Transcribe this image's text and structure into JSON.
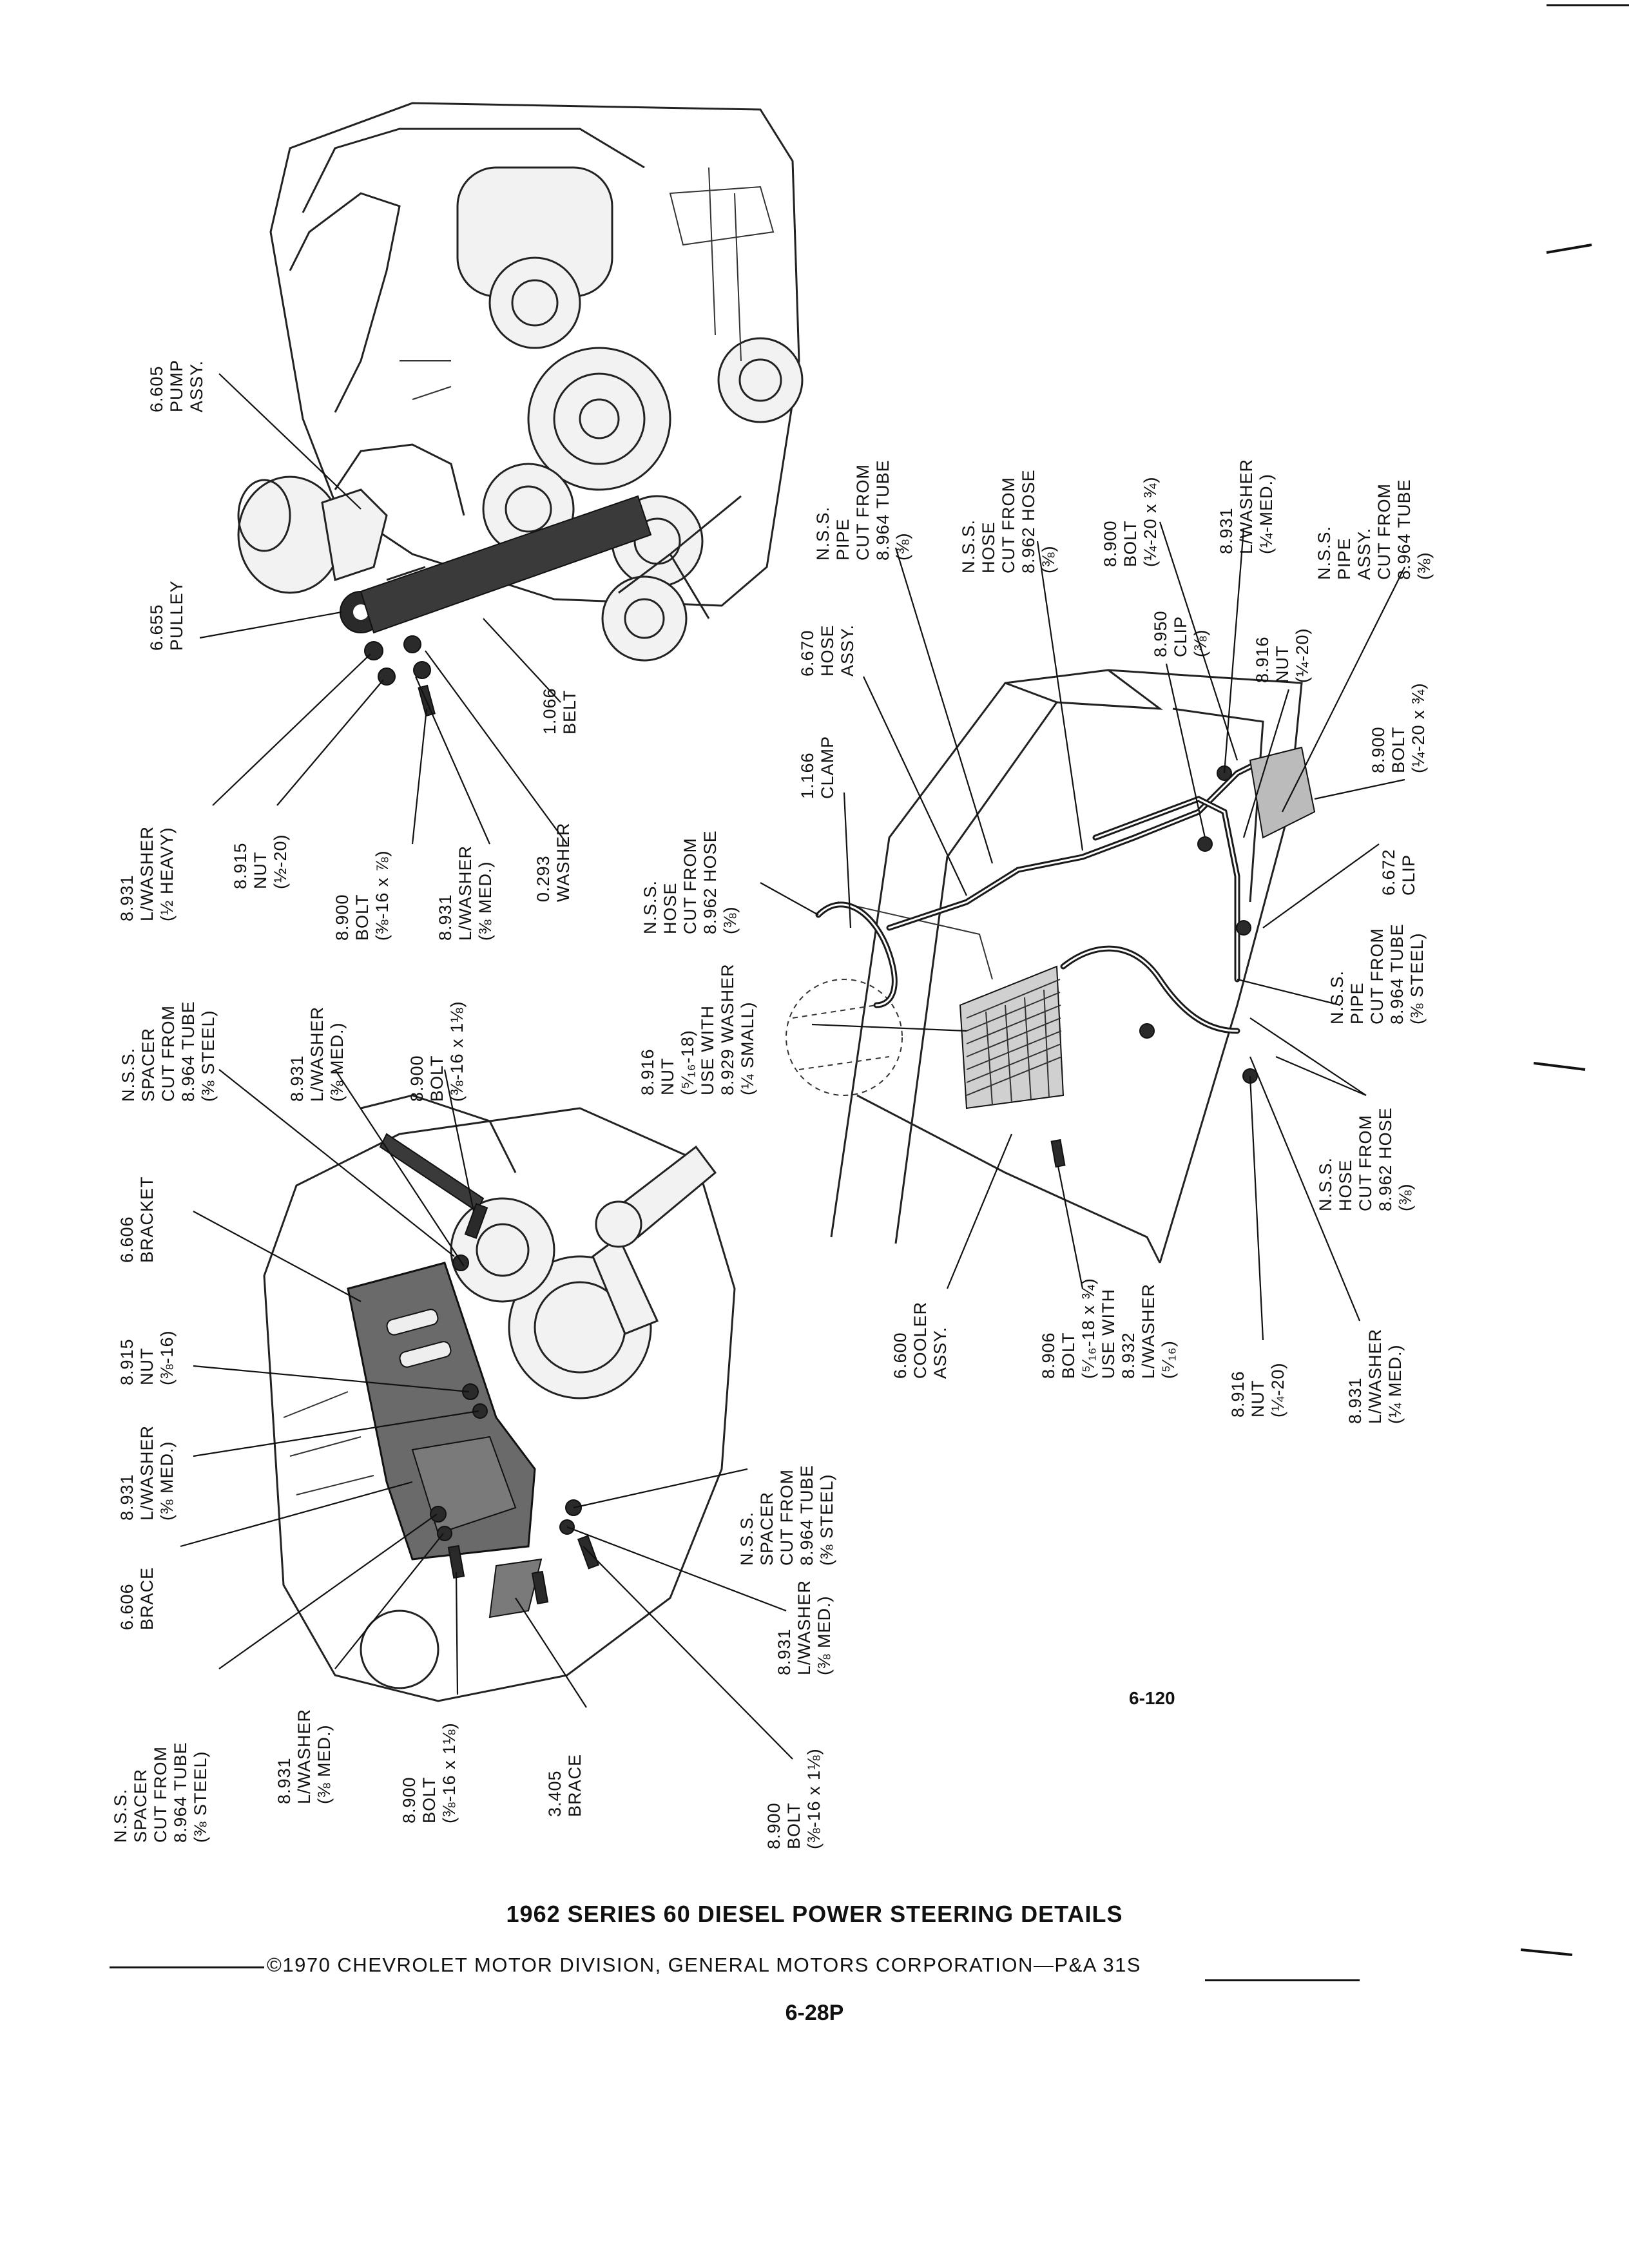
{
  "figure": {
    "title": "1962 SERIES 60 DIESEL POWER STEERING DETAILS",
    "copyright": "©1970 CHEVROLET MOTOR DIVISION, GENERAL MOTORS CORPORATION—P&A 31S",
    "page_number": "6-28P",
    "figure_number": "6-120"
  },
  "callouts": [
    {
      "id": "pump-assy",
      "lines": [
        "6.605",
        "PUMP",
        "ASSY."
      ]
    },
    {
      "id": "pulley",
      "lines": [
        "6.655",
        "PULLEY"
      ]
    },
    {
      "id": "belt",
      "lines": [
        "1.066",
        "BELT"
      ]
    },
    {
      "id": "washer-heavy",
      "lines": [
        "8.931",
        "L/WASHER",
        "(½ HEAVY)"
      ]
    },
    {
      "id": "nut-half",
      "lines": [
        "8.915",
        "NUT",
        "(½-20)"
      ]
    },
    {
      "id": "bolt-pulley",
      "lines": [
        "8.900",
        "BOLT",
        "(⅜-16 x ⅞)"
      ]
    },
    {
      "id": "washer-pulley",
      "lines": [
        "8.931",
        "L/WASHER",
        "(⅜ MED.)"
      ]
    },
    {
      "id": "washer-plain",
      "lines": [
        "0.293",
        "WASHER"
      ]
    },
    {
      "id": "spacer-top",
      "lines": [
        "N.S.S.",
        "SPACER",
        "CUT FROM",
        "8.964 TUBE",
        "(⅜ STEEL)"
      ]
    },
    {
      "id": "washer-bracket-top",
      "lines": [
        "8.931",
        "L/WASHER",
        "(⅜ MED.)"
      ]
    },
    {
      "id": "bolt-bracket-top",
      "lines": [
        "8.900",
        "BOLT",
        "(⅜-16 x 1⅛)"
      ]
    },
    {
      "id": "bracket",
      "lines": [
        "6.606",
        "BRACKET"
      ]
    },
    {
      "id": "nut-bracket",
      "lines": [
        "8.915",
        "NUT",
        "(⅜-16)"
      ]
    },
    {
      "id": "washer-bracket-left",
      "lines": [
        "8.931",
        "L/WASHER",
        "(⅜ MED.)"
      ]
    },
    {
      "id": "brace-606",
      "lines": [
        "6.606",
        "BRACE"
      ]
    },
    {
      "id": "spacer-bottom",
      "lines": [
        "N.S.S.",
        "SPACER",
        "CUT FROM",
        "8.964 TUBE",
        "(⅜ STEEL)"
      ]
    },
    {
      "id": "washer-bottom",
      "lines": [
        "8.931",
        "L/WASHER",
        "(⅜ MED.)"
      ]
    },
    {
      "id": "bolt-bottom",
      "lines": [
        "8.900",
        "BOLT",
        "(⅜-16 x 1⅛)"
      ]
    },
    {
      "id": "brace-405",
      "lines": [
        "3.405",
        "BRACE"
      ]
    },
    {
      "id": "bolt-bottom-right",
      "lines": [
        "8.900",
        "BOLT",
        "(⅜-16 x 1⅛)"
      ]
    },
    {
      "id": "washer-bottom-right",
      "lines": [
        "8.931",
        "L/WASHER",
        "(⅜ MED.)"
      ]
    },
    {
      "id": "spacer-right",
      "lines": [
        "N.S.S.",
        "SPACER",
        "CUT FROM",
        "8.964 TUBE",
        "(⅜ STEEL)"
      ]
    },
    {
      "id": "hose-left",
      "lines": [
        "N.S.S.",
        "HOSE",
        "CUT FROM",
        "8.962 HOSE",
        "(⅜)"
      ]
    },
    {
      "id": "clamp",
      "lines": [
        "1.166",
        "CLAMP"
      ]
    },
    {
      "id": "hose-assy",
      "lines": [
        "6.670",
        "HOSE",
        "ASSY."
      ]
    },
    {
      "id": "pipe-top",
      "lines": [
        "N.S.S.",
        "PIPE",
        "CUT FROM",
        "8.964 TUBE",
        "(⅜)"
      ]
    },
    {
      "id": "hose-top",
      "lines": [
        "N.S.S.",
        "HOSE",
        "CUT FROM",
        "8.962 HOSE",
        "(⅜)"
      ]
    },
    {
      "id": "bolt-clip",
      "lines": [
        "8.900",
        "BOLT",
        "(¼-20 x ¾)"
      ]
    },
    {
      "id": "clip-950",
      "lines": [
        "8.950",
        "CLIP",
        "(⅜)"
      ]
    },
    {
      "id": "washer-quarter",
      "lines": [
        "8.931",
        "L/WASHER",
        "(¼-MED.)"
      ]
    },
    {
      "id": "nut-quarter",
      "lines": [
        "8.916",
        "NUT",
        "(¼-20)"
      ]
    },
    {
      "id": "pipe-assy",
      "lines": [
        "N.S.S.",
        "PIPE",
        "ASSY.",
        "CUT FROM",
        "8.964 TUBE",
        "(⅜)"
      ]
    },
    {
      "id": "bolt-right",
      "lines": [
        "8.900",
        "BOLT",
        "(¼-20 x ¾)"
      ]
    },
    {
      "id": "clip-672",
      "lines": [
        "6.672",
        "CLIP"
      ]
    },
    {
      "id": "pipe-steel",
      "lines": [
        "N.S.S.",
        "PIPE",
        "CUT FROM",
        "8.964 TUBE",
        "(⅜ STEEL)"
      ]
    },
    {
      "id": "nut-cooler",
      "lines": [
        "8.916",
        "NUT",
        "(⁵⁄₁₆-18)",
        "USE WITH",
        "8.929 WASHER",
        "(¼ SMALL)"
      ]
    },
    {
      "id": "hose-bottom",
      "lines": [
        "N.S.S.",
        "HOSE",
        "CUT FROM",
        "8.962 HOSE",
        "(⅜)"
      ]
    },
    {
      "id": "cooler",
      "lines": [
        "6.600",
        "COOLER",
        "ASSY."
      ]
    },
    {
      "id": "bolt-cooler",
      "lines": [
        "8.906",
        "BOLT",
        "(⁵⁄₁₆-18 x ¾)",
        "USE WITH",
        "8.932",
        "L/WASHER",
        "(⁵⁄₁₆)"
      ]
    },
    {
      "id": "nut-cooler-bottom",
      "lines": [
        "8.916",
        "NUT",
        "(¼-20)"
      ]
    },
    {
      "id": "washer-cooler-bottom",
      "lines": [
        "8.931",
        "L/WASHER",
        "(¼ MED.)"
      ]
    }
  ]
}
